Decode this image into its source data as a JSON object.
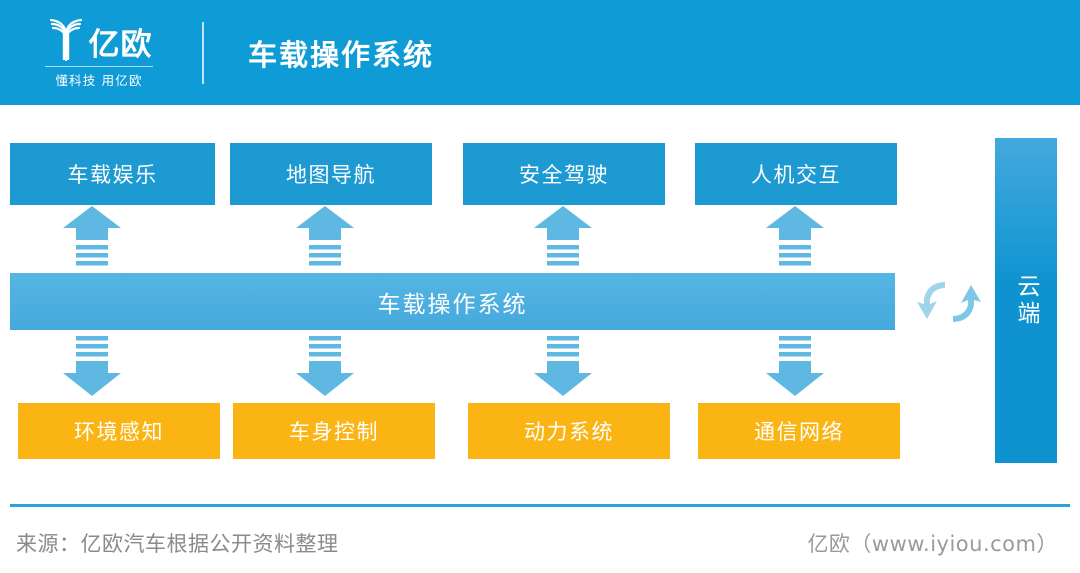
{
  "header": {
    "logo_word": "亿欧",
    "logo_tagline": "懂科技 用亿欧",
    "logo_mark_name": "yiou-tree-logo-icon",
    "title": "车载操作系统",
    "background_color": "#0E9BD6"
  },
  "diagram": {
    "center_bar": {
      "label": "车载操作系统",
      "color": "#4FB0E0"
    },
    "cloud": {
      "label": "云端",
      "color": "#0E93D0"
    },
    "sync_icon_name": "bidirectional-sync-arrows-icon",
    "top_boxes": [
      {
        "label": "车载娱乐"
      },
      {
        "label": "地图导航"
      },
      {
        "label": "安全驾驶"
      },
      {
        "label": "人机交互"
      }
    ],
    "bottom_boxes": [
      {
        "label": "环境感知"
      },
      {
        "label": "车身控制"
      },
      {
        "label": "动力系统"
      },
      {
        "label": "通信网络"
      }
    ],
    "up_arrows": [
      {
        "name": "arrow-up-1"
      },
      {
        "name": "arrow-up-2"
      },
      {
        "name": "arrow-up-3"
      },
      {
        "name": "arrow-up-4"
      }
    ],
    "down_arrows": [
      {
        "name": "arrow-down-1"
      },
      {
        "name": "arrow-down-2"
      },
      {
        "name": "arrow-down-3"
      },
      {
        "name": "arrow-down-4"
      }
    ],
    "colors": {
      "top_box": "#1E9AD3",
      "bottom_box": "#FAB515",
      "arrow": "#5FB8E2",
      "rule": "#2AA3D6"
    }
  },
  "footer": {
    "source": "来源：亿欧汽车根据公开资料整理",
    "credit": "亿欧（www.iyiou.com）"
  }
}
